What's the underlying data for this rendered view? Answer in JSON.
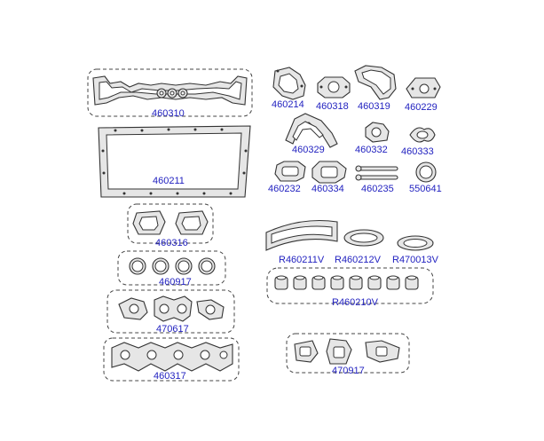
{
  "parts": {
    "p460310": "460310",
    "p460214": "460214",
    "p460318": "460318",
    "p460319": "460319",
    "p460229": "460229",
    "p460211": "460211",
    "p460329": "460329",
    "p460332": "460332",
    "p460333": "460333",
    "p460232": "460232",
    "p460334": "460334",
    "p460235": "460235",
    "p550641": "550641",
    "p460316": "460316",
    "p460917": "460917",
    "p470617": "470617",
    "p460317": "460317",
    "pR460211V": "R460211V",
    "pR460212V": "R460212V",
    "pR470013V": "R470013V",
    "pR460210V": "R460210V",
    "p470917": "470917"
  },
  "colors": {
    "label": "#1f1fbf",
    "line": "#333333",
    "part_fill": "#e6e6e6"
  }
}
